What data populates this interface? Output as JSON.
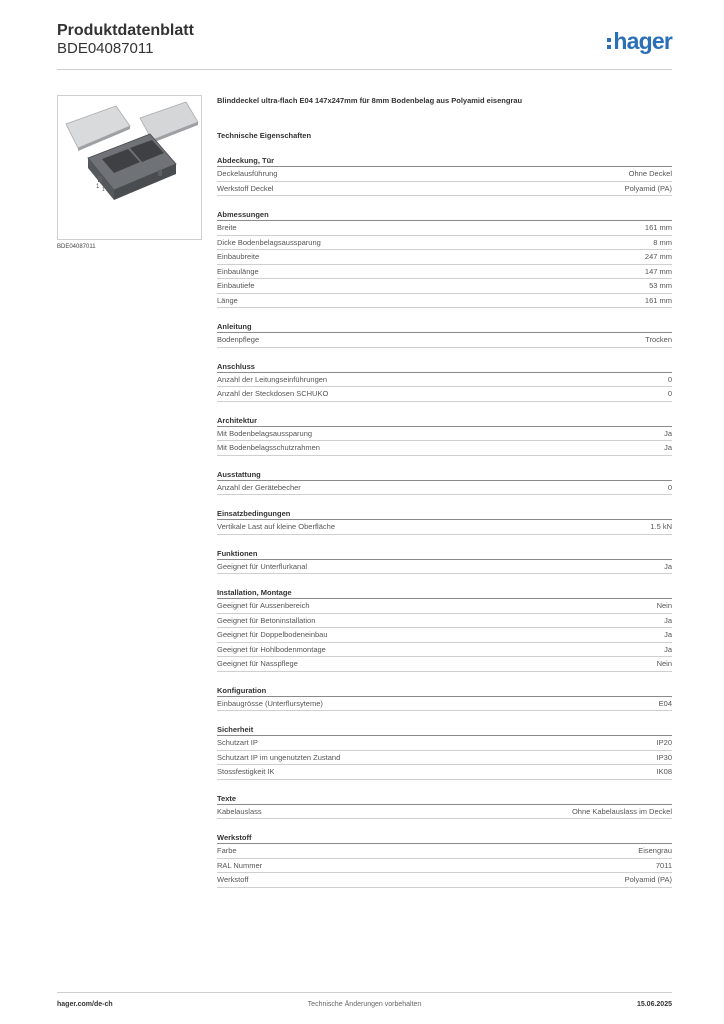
{
  "header": {
    "title": "Produktdatenblatt",
    "number": "BDE04087011",
    "logo": "hager",
    "brand_color": "#2b6fb6"
  },
  "image": {
    "caption": "BDE04087011",
    "icon": "product-photo-floor-box-cover"
  },
  "product_title": "Blinddeckel ultra-flach E04 147x247mm für 8mm Bodenbelag aus Polyamid eisengrau",
  "tech_heading": "Technische Eigenschaften",
  "sections": [
    {
      "title": "Abdeckung, Tür",
      "rows": [
        {
          "label": "Deckelausführung",
          "value": "Ohne Deckel"
        },
        {
          "label": "Werkstoff Deckel",
          "value": "Polyamid (PA)"
        }
      ]
    },
    {
      "title": "Abmessungen",
      "rows": [
        {
          "label": "Breite",
          "value": "161 mm"
        },
        {
          "label": "Dicke Bodenbelagsaussparung",
          "value": "8 mm"
        },
        {
          "label": "Einbaubreite",
          "value": "247 mm"
        },
        {
          "label": "Einbaulänge",
          "value": "147 mm"
        },
        {
          "label": "Einbautiefe",
          "value": "53 mm"
        },
        {
          "label": "Länge",
          "value": "161 mm"
        }
      ]
    },
    {
      "title": "Anleitung",
      "rows": [
        {
          "label": "Bodenpflege",
          "value": "Trocken"
        }
      ]
    },
    {
      "title": "Anschluss",
      "rows": [
        {
          "label": "Anzahl der Leitungseinführungen",
          "value": "0"
        },
        {
          "label": "Anzahl der Steckdosen SCHUKO",
          "value": "0"
        }
      ]
    },
    {
      "title": "Architektur",
      "rows": [
        {
          "label": "Mit Bodenbelagsaussparung",
          "value": "Ja"
        },
        {
          "label": "Mit Bodenbelagsschutzrahmen",
          "value": "Ja"
        }
      ]
    },
    {
      "title": "Ausstattung",
      "rows": [
        {
          "label": "Anzahl der Gerätebecher",
          "value": "0"
        }
      ]
    },
    {
      "title": "Einsatzbedingungen",
      "rows": [
        {
          "label": "Vertikale Last auf kleine Oberfläche",
          "value": "1.5 kN"
        }
      ]
    },
    {
      "title": "Funktionen",
      "rows": [
        {
          "label": "Geeignet für Unterflurkanal",
          "value": "Ja"
        }
      ]
    },
    {
      "title": "Installation, Montage",
      "rows": [
        {
          "label": "Geeignet für Aussenbereich",
          "value": "Nein"
        },
        {
          "label": "Geeignet für Betoninstallation",
          "value": "Ja"
        },
        {
          "label": "Geeignet für Doppelbodeneinbau",
          "value": "Ja"
        },
        {
          "label": "Geeignet für Hohlbodenmontage",
          "value": "Ja"
        },
        {
          "label": "Geeignet für Nasspflege",
          "value": "Nein"
        }
      ]
    },
    {
      "title": "Konfiguration",
      "rows": [
        {
          "label": "Einbaugrösse (Unterflursyteme)",
          "value": "E04"
        }
      ]
    },
    {
      "title": "Sicherheit",
      "rows": [
        {
          "label": "Schutzart IP",
          "value": "IP20"
        },
        {
          "label": "Schutzart IP im ungenutzten Zustand",
          "value": "IP30"
        },
        {
          "label": "Stossfestigkeit IK",
          "value": "IK08"
        }
      ]
    },
    {
      "title": "Texte",
      "rows": [
        {
          "label": "Kabelauslass",
          "value": "Ohne Kabelauslass im Deckel"
        }
      ]
    },
    {
      "title": "Werkstoff",
      "rows": [
        {
          "label": "Farbe",
          "value": "Eisengrau"
        },
        {
          "label": "RAL Nummer",
          "value": "7011"
        },
        {
          "label": "Werkstoff",
          "value": "Polyamid (PA)"
        }
      ]
    }
  ],
  "footer": {
    "left": "hager.com/de-ch",
    "center": "Technische Änderungen vorbehalten",
    "right": "15.06.2025"
  }
}
